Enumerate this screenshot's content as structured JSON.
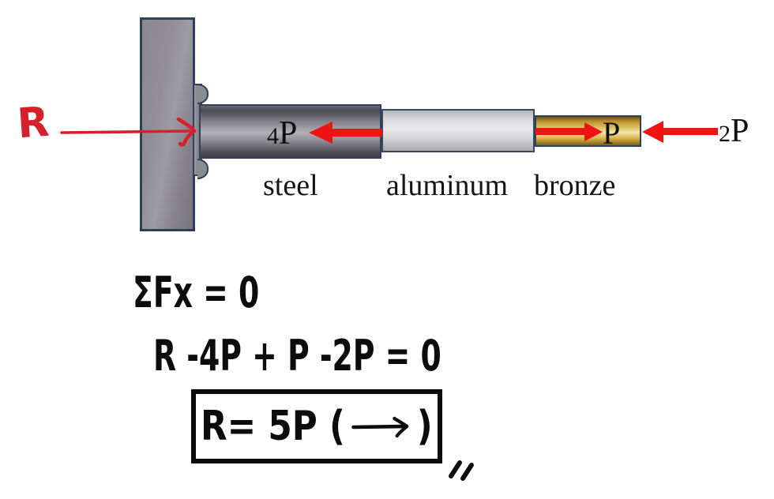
{
  "figure": {
    "description": "Free-body diagram of a composite bar fixed to a wall",
    "support_type": "wall",
    "bar_segments": [
      "steel",
      "aluminum",
      "bronze"
    ]
  },
  "labels": {
    "reaction": "R",
    "steel_material": "steel",
    "aluminum_material": "aluminum",
    "bronze_material": "bronze",
    "steel_force_digit": "4",
    "steel_force_letter": "P",
    "bronze_force": "P",
    "end_force_digit": "2",
    "end_force_letter": "P"
  },
  "equations": {
    "line1": "ΣFx = 0",
    "line2": "R -4P + P -2P = 0",
    "result_prefix": "R= 5P (",
    "result_arrow": "⟶",
    "result_suffix": ")"
  },
  "colors": {
    "arrow_red": "#ee1414",
    "handwriting_red": "#d7202e",
    "outline_navy": "#2f3f5c",
    "ink_black": "#0c0c0c",
    "bronze_gold": "#d9b54d",
    "steel_gray": "#8a8990",
    "aluminum_silver": "#dcdcdf"
  }
}
